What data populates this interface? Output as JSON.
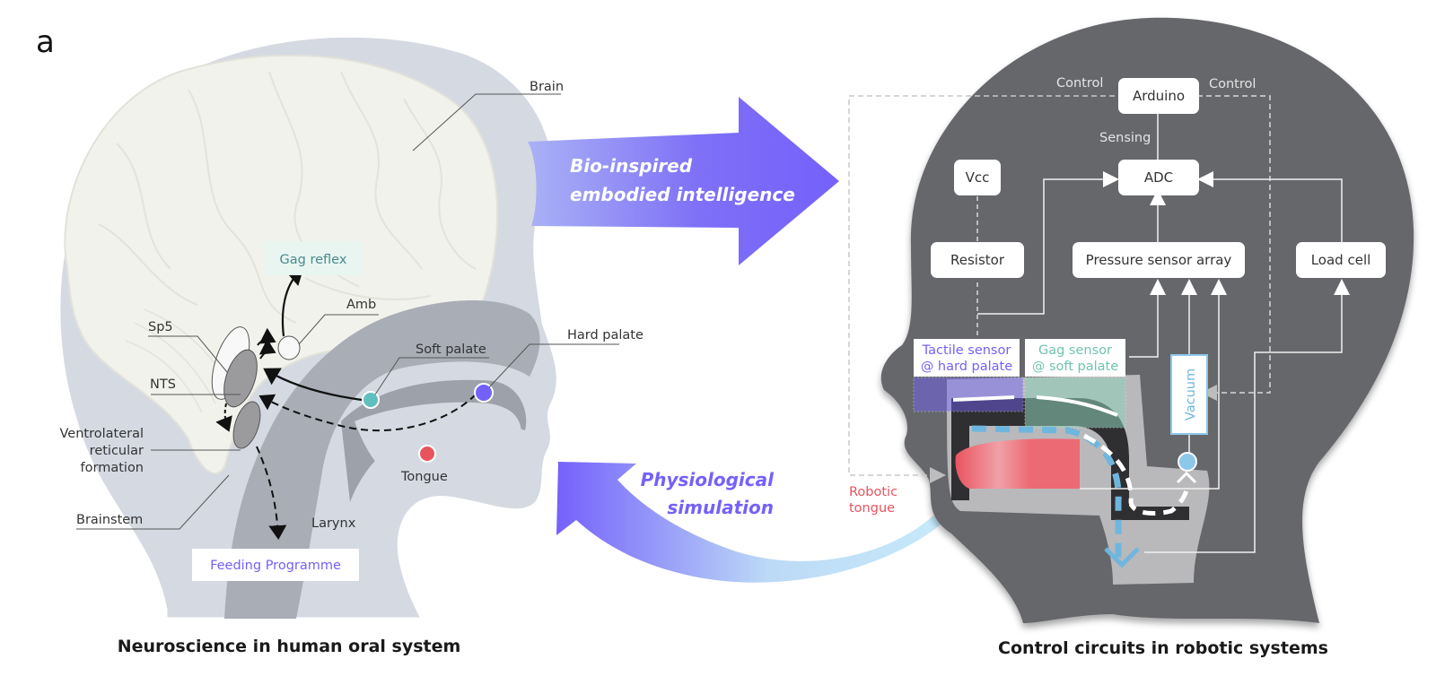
{
  "figure": {
    "panel_letter": "a",
    "left_panel": {
      "title": "Neuroscience in human oral system",
      "labels": {
        "brain": "Brain",
        "gag_reflex": "Gag reflex",
        "amb": "Amb",
        "sp5": "Sp5",
        "nts": "NTS",
        "ventrolateral_1": "Ventrolateral",
        "ventrolateral_2": "reticular",
        "ventrolateral_3": "formation",
        "brainstem": "Brainstem",
        "soft_palate": "Soft palate",
        "hard_palate": "Hard palate",
        "tongue": "Tongue",
        "larynx": "Larynx",
        "feeding_programme": "Feeding Programme"
      }
    },
    "top_arrow": {
      "line1": "Bio-inspired",
      "line2": "embodied intelligence"
    },
    "bottom_arrow": {
      "line1": "Physiological",
      "line2": "simulation"
    },
    "right_panel": {
      "title": "Control circuits in robotic systems",
      "nodes": {
        "arduino": "Arduino",
        "adc": "ADC",
        "vcc": "Vcc",
        "resistor": "Resistor",
        "pressure_sensor_array": "Pressure sensor array",
        "load_cell": "Load cell",
        "vacuum": "Vacuum"
      },
      "edge_labels": {
        "control_left": "Control",
        "control_right": "Control",
        "sensing": "Sensing"
      },
      "sensors": {
        "tactile_1": "Tactile sensor",
        "tactile_2": "@ hard palate",
        "gag_1": "Gag sensor",
        "gag_2": "@ soft palate"
      },
      "robotic_tongue_1": "Robotic",
      "robotic_tongue_2": "tongue"
    },
    "colors": {
      "purple": "#7b68f5",
      "teal": "#5fbfbf",
      "red": "#e8535e",
      "light_blue": "#8dc8ea",
      "dark_head": "#66676b",
      "light_head": "#d5d9e2",
      "brain": "#f3f3ed"
    }
  }
}
